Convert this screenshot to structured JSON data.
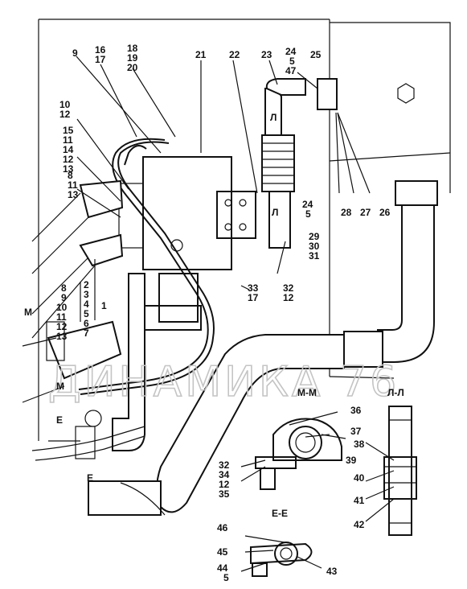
{
  "watermark": "ДИНАМИКА 76",
  "sections": {
    "mm": "М-М",
    "ll": "Л-Л",
    "ee": "Е-Е"
  },
  "cut_marks": {
    "m1": "М",
    "m2": "М",
    "e1": "Е",
    "e2": "Е",
    "l1": "Л",
    "l2": "Л"
  },
  "callouts": {
    "c9": "9",
    "c16_17": [
      "16",
      "17"
    ],
    "c18_20": [
      "18",
      "19",
      "20"
    ],
    "c21": "21",
    "c22": "22",
    "c23": "23",
    "c24_47": [
      "24",
      "5",
      "47"
    ],
    "c25": "25",
    "c10_12": [
      "10",
      "12"
    ],
    "c15_13": [
      "15",
      "11",
      "14",
      "12",
      "13"
    ],
    "c8_13": [
      "8",
      "11",
      "13"
    ],
    "c24_5": [
      "24",
      "5"
    ],
    "c29_31": [
      "29",
      "30",
      "31"
    ],
    "c28": "28",
    "c27": "27",
    "c26": "26",
    "c8_13b": [
      "8",
      "9",
      "10",
      "11",
      "12",
      "13"
    ],
    "c2_7": [
      "2",
      "3",
      "4",
      "5",
      "6",
      "7"
    ],
    "c1": "1",
    "c33_17": [
      "33",
      "17"
    ],
    "c32_12": [
      "32",
      "12"
    ],
    "c36": "36",
    "c37": "37",
    "c38": "38",
    "c39": "39",
    "c32_35": [
      "32",
      "34",
      "12",
      "35"
    ],
    "c40": "40",
    "c41": "41",
    "c42": "42",
    "c46": "46",
    "c45": "45",
    "c44_5": [
      "44",
      "5"
    ],
    "c43": "43"
  }
}
